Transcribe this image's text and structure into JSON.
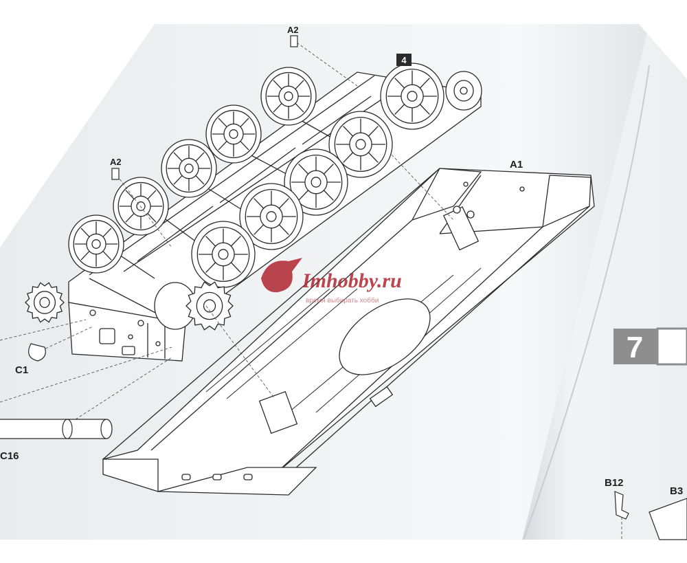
{
  "labels": {
    "a2_top": "A2",
    "a2_mid": "A2",
    "a1": "A1",
    "c1": "C1",
    "c16": "C16",
    "b12": "B12",
    "b3": "B3",
    "step_small": "4",
    "step_big": "7"
  },
  "watermark": {
    "brand": "Imhobby.ru",
    "tagline": "время выбирать хобби"
  },
  "colors": {
    "page": "#f4f5f6",
    "line": "#2a2a2a",
    "step_box": "#8e8e8e",
    "watermark_red": "#b0262f"
  }
}
